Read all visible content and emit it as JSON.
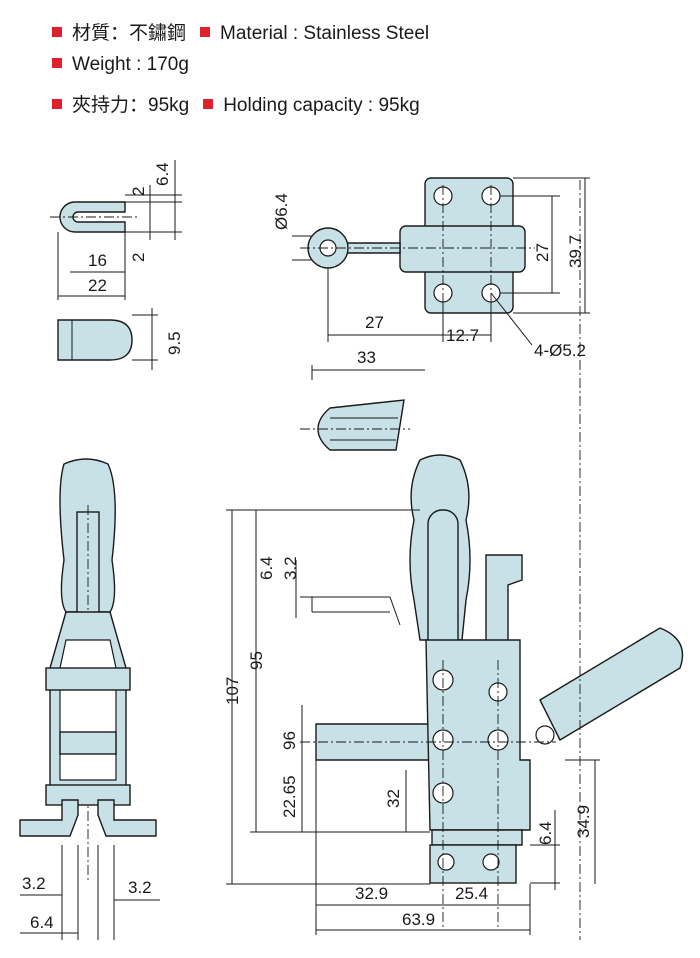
{
  "specs": {
    "bullet_color": "#e0202a",
    "material_cn": "材質：不鏽鋼",
    "material_en": "Material : Stainless Steel",
    "weight_en": "Weight : 170g",
    "holding_cn": "夾持力：95kg",
    "holding_en": "Holding capacity : 95kg"
  },
  "colors": {
    "part_fill": "#c8e1e6",
    "line": "#1a1a1a"
  },
  "dims": {
    "d6_4_top": "6.4",
    "d2_a": "2",
    "d2_b": "2",
    "d16": "16",
    "d22": "22",
    "d9_5": "9.5",
    "dia6_4": "Ø6.4",
    "d27_h": "27",
    "d12_7": "12.7",
    "d33": "33",
    "d27_v": "27",
    "d39_7": "39.7",
    "holes": "4-Ø5.2",
    "d107": "107",
    "d95": "95",
    "d6_4_mid": "6.4",
    "d3_2_mid": "3.2",
    "d96": "96",
    "d22_65": "22.65",
    "d32": "32",
    "d6_4_base": "6.4",
    "d34_9": "34.9",
    "d32_9": "32.9",
    "d25_4": "25.4",
    "d63_9": "63.9",
    "d3_2_left": "3.2",
    "d3_2_right": "3.2",
    "d6_4_left": "6.4"
  }
}
